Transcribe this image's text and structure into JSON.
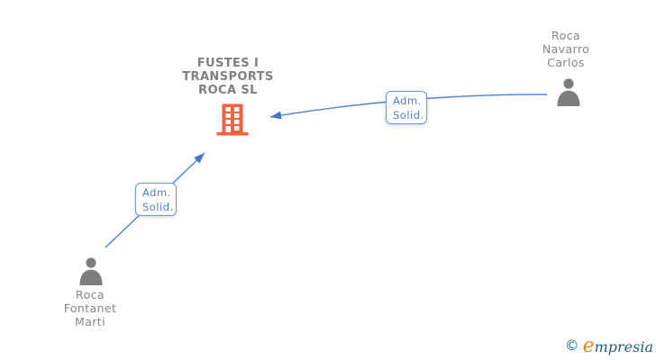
{
  "diagram": {
    "type": "corporate-relationship-graph",
    "colors": {
      "edge_blue": "#4d82d9",
      "edge_label_blue": "#4a7fd8",
      "name_gray": "#858585",
      "building_orange": "#f4613a",
      "person_gray": "#7d7d7d",
      "brand_orange": "#f08018",
      "brand_teal": "#1d5f7d",
      "copyright_blue": "#1a75b5"
    },
    "nodes": {
      "company": {
        "name": "FUSTES I TRANSPORTS ROCA SL",
        "lines": [
          "FUSTES I",
          "TRANSPORTS",
          "ROCA SL"
        ],
        "icon": "building-icon"
      },
      "person_right": {
        "name": "Roca Navarro Carlos",
        "lines": [
          "Roca",
          "Navarro",
          "Carlos"
        ],
        "icon": "person-icon"
      },
      "person_left": {
        "name": "Roca Fontanet Marti",
        "lines": [
          "Roca",
          "Fontanet",
          "Marti"
        ],
        "icon": "person-icon"
      }
    },
    "edges": [
      {
        "from": "Roca Navarro Carlos",
        "to": "FUSTES I TRANSPORTS ROCA SL",
        "label_lines": [
          "Adm.",
          "Solid."
        ]
      },
      {
        "from": "Roca Fontanet Marti",
        "to": "FUSTES I TRANSPORTS ROCA SL",
        "label_lines": [
          "Adm.",
          "Solid."
        ]
      }
    ],
    "watermark": {
      "copyright": "©",
      "brand_e": "e",
      "brand_rest": "mpresia"
    }
  }
}
